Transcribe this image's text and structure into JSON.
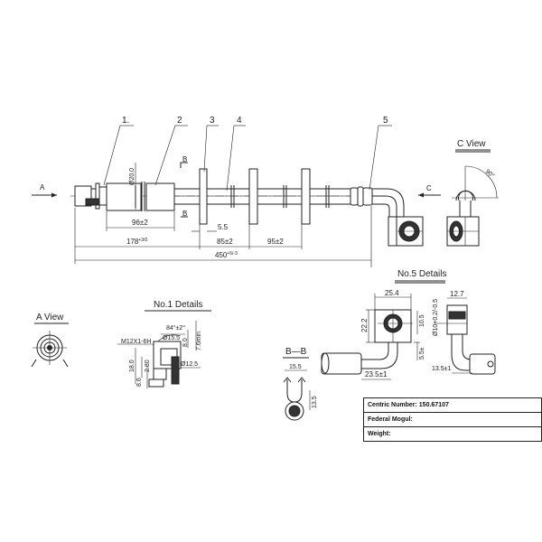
{
  "main_view": {
    "balloons": [
      "1.",
      "2",
      "3",
      "4",
      "5"
    ],
    "arrow_a": "A",
    "section_b_top": "B",
    "section_b_bottom": "B",
    "arrow_c": "C",
    "dims": {
      "dia20": "Ø20.0",
      "d96": "96±2",
      "d5_5": "5.5",
      "d178": "178",
      "d178_tol": "+3/0",
      "d85": "85±2",
      "d95": "95±2",
      "d450": "450",
      "d450_tol": "+5/-3"
    }
  },
  "c_view": {
    "title": "C View",
    "angle": "90°"
  },
  "a_view": {
    "title": "A View"
  },
  "no1_details": {
    "title": "No.1 Details",
    "dims": [
      "84°±2°",
      "Ø15.5",
      "8.0",
      "7.6min",
      "M12X1-6H",
      "18.0",
      "2.80",
      "8.6",
      "Ø12.5"
    ]
  },
  "no5_details": {
    "title": "No.5 Details",
    "dims": [
      "25.4",
      "22.2",
      "10.5",
      "5.5±",
      "23.5±1",
      "12.7",
      "Ø10+0.2/-0.5",
      "13.5±1"
    ]
  },
  "section_bb": {
    "title": "B—B",
    "dims": [
      "15.5",
      "13.5"
    ]
  },
  "info_table": {
    "rows": [
      "Centric Number:  150.67107",
      "Federal Mogul:",
      "Weight:"
    ]
  }
}
